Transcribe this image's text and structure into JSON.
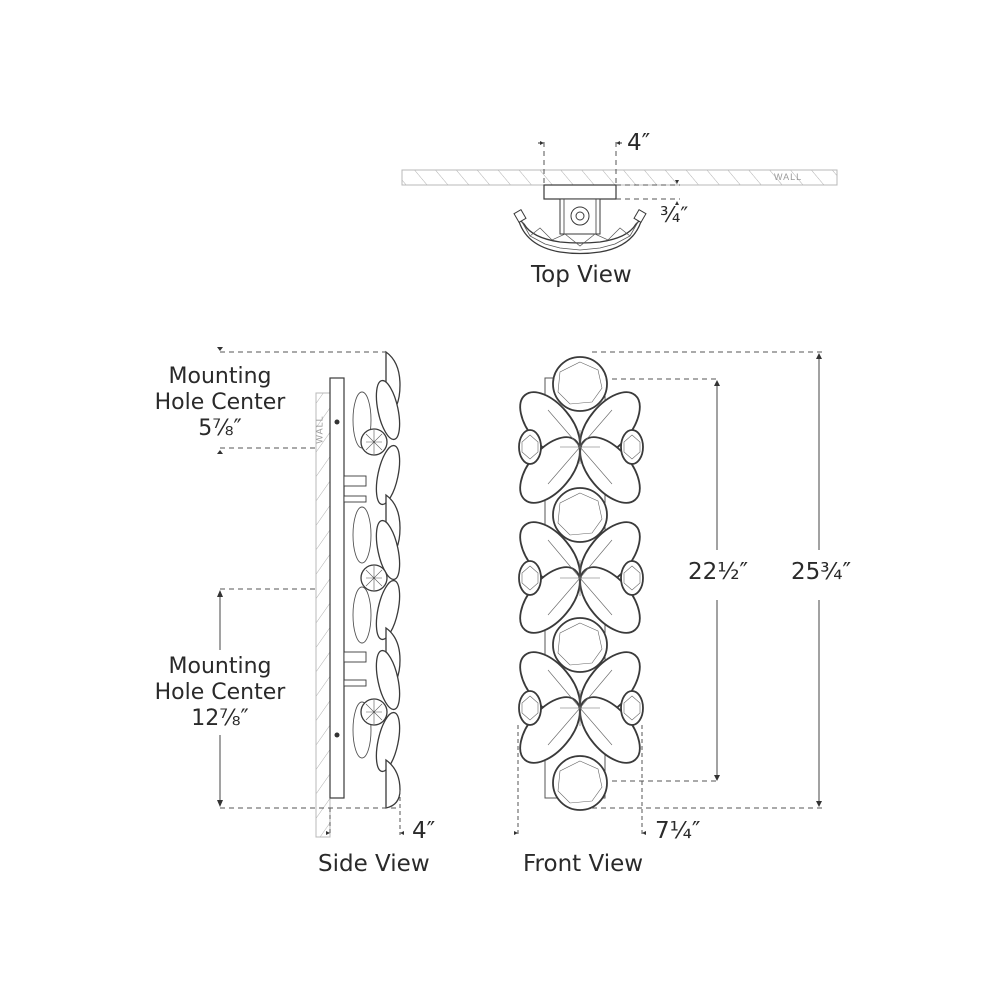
{
  "top_view": {
    "title": "Top View",
    "width_dim": "4″",
    "depth_dim": "¾″",
    "wall_label": "WALL"
  },
  "side_view": {
    "title": "Side View",
    "wall_label": "WALL",
    "mount_upper": {
      "line1": "Mounting",
      "line2": "Hole Center",
      "value": "5⅞″"
    },
    "mount_lower": {
      "line1": "Mounting",
      "line2": "Hole Center",
      "value": "12⅞″"
    },
    "depth_dim": "4″"
  },
  "front_view": {
    "title": "Front View",
    "height_inner": "22½″",
    "height_overall": "25¾″",
    "width_dim": "7¼″"
  },
  "colors": {
    "line": "#3a3a3a",
    "hatch": "#b0b0b0",
    "dashed": "#555555",
    "text": "#2a2a2a"
  }
}
